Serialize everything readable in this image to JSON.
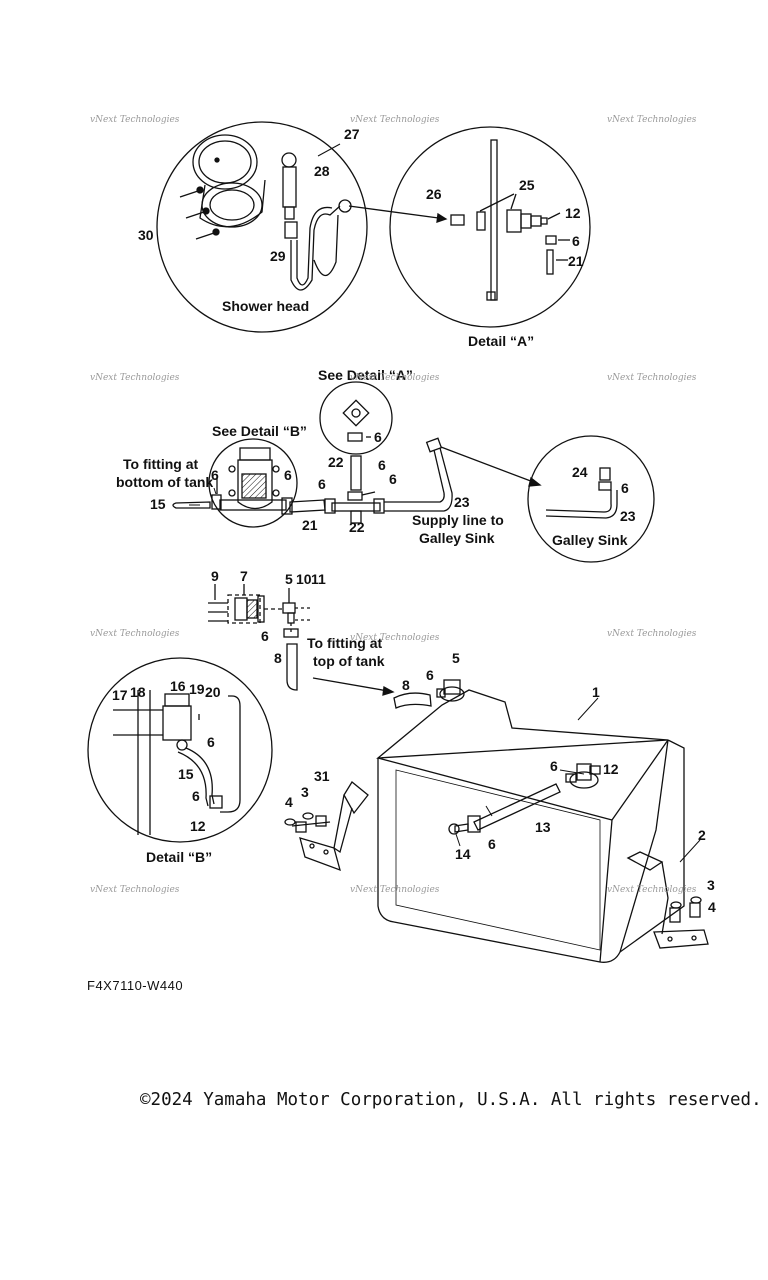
{
  "detail_titles": {
    "shower_head": "Shower head",
    "detail_a": "Detail “A”",
    "see_detail_a": "See Detail “A”",
    "see_detail_b": "See Detail “B”",
    "galley_sink": "Galley Sink",
    "detail_b": "Detail “B”"
  },
  "notes": {
    "fitting_bottom_1": "To fitting at",
    "fitting_bottom_2": "bottom of tank",
    "supply_line_1": "Supply line to",
    "supply_line_2": "Galley Sink",
    "fitting_top_1": "To fitting at",
    "fitting_top_2": "top of tank"
  },
  "callouts": [
    "1",
    "2",
    "3",
    "4",
    "5",
    "6",
    "7",
    "8",
    "9",
    "10",
    "11",
    "12",
    "13",
    "14",
    "15",
    "16",
    "17",
    "18",
    "19",
    "20",
    "21",
    "22",
    "23",
    "24",
    "25",
    "26",
    "27",
    "28",
    "29",
    "30",
    "31"
  ],
  "watermark": "vNext Technologies",
  "figure_code": "F4X7110-W440",
  "copyright": "©2024 Yamaha Motor Corporation, U.S.A. All rights reserved."
}
